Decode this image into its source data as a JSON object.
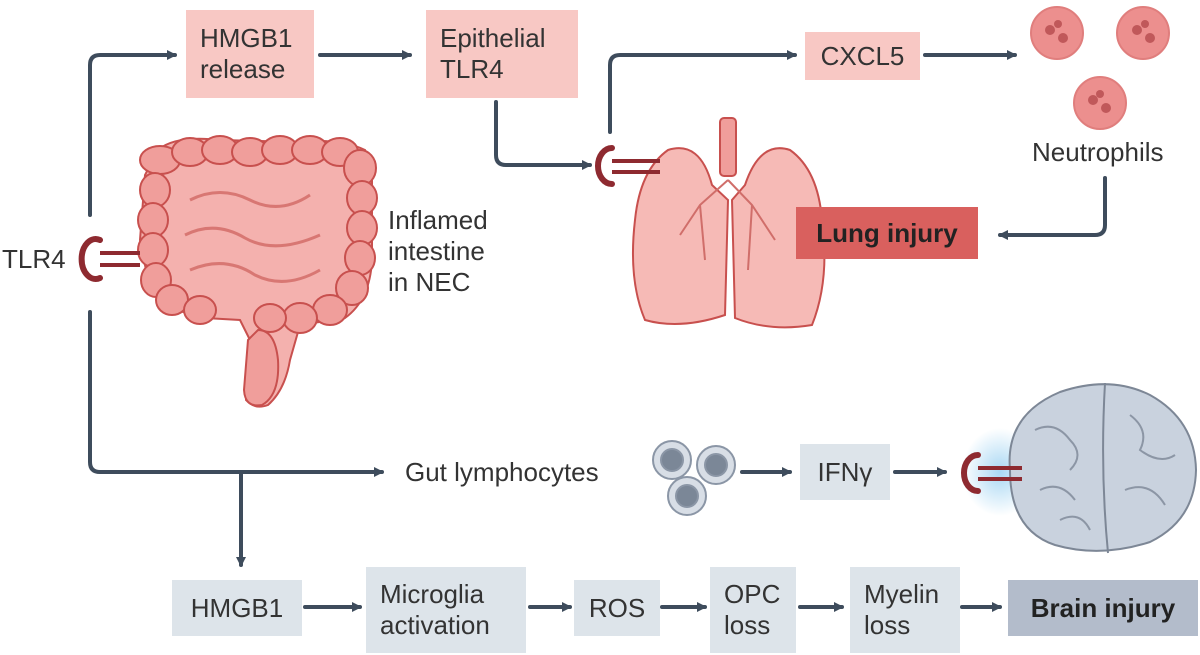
{
  "receptor_label": "TLR4",
  "intestine_label": [
    "Inflamed",
    "intestine",
    "in NEC"
  ],
  "lung_pathway": {
    "hmgb1_release": [
      "HMGB1",
      "release"
    ],
    "epithelial_tlr4": [
      "Epithelial",
      "TLR4"
    ],
    "cxcl5": "CXCL5",
    "neutrophils": "Neutrophils",
    "lung_injury": "Lung injury"
  },
  "brain_pathway": {
    "gut_lymphocytes": "Gut lymphocytes",
    "ifn": "IFNγ",
    "hmgb1": "HMGB1",
    "microglia_activation": [
      "Microglia",
      "activation"
    ],
    "ros": "ROS",
    "opc_loss": [
      "OPC",
      "loss"
    ],
    "myelin_loss": [
      "Myelin",
      "loss"
    ],
    "brain_injury": "Brain injury"
  },
  "colors": {
    "arrow": "#3e4c5c",
    "receptor": "#8e2a30",
    "pink_box": "#f8c8c4",
    "lung_injury_box": "#d9605e",
    "grey_box": "#dde4ea",
    "brain_injury_box": "#b3bccb",
    "organ_fill": "#f2a5a2",
    "organ_stroke": "#c8504e"
  }
}
